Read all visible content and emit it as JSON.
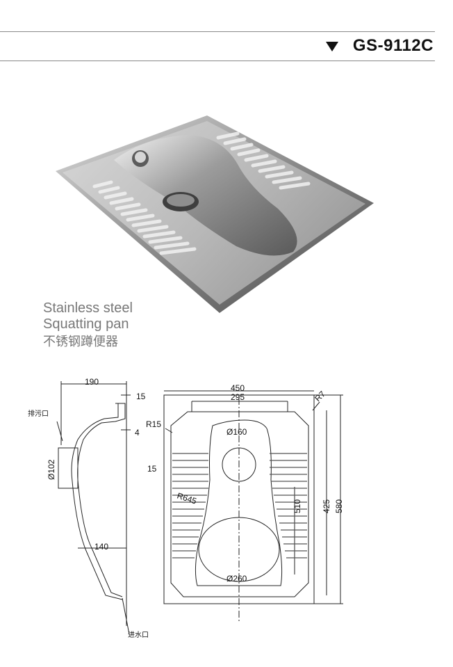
{
  "header": {
    "model": "GS-9112C"
  },
  "caption": {
    "line1": "Stainless steel",
    "line2": "Squatting pan",
    "line3": "不锈钢蹲便器"
  },
  "side_view": {
    "width": "190",
    "top": "15",
    "lip": "4",
    "pipe": "Ø102",
    "lower": "140",
    "outlet_label": "排污口",
    "inlet_label": "进水口"
  },
  "plan_view": {
    "outer_width": "450",
    "inner_width": "295",
    "corner": "R7",
    "radius15": "R15",
    "hole": "Ø160",
    "rib": "15",
    "radius645": "R645",
    "bowl": "Ø260",
    "len510": "510",
    "len425": "425",
    "len580": "580"
  }
}
